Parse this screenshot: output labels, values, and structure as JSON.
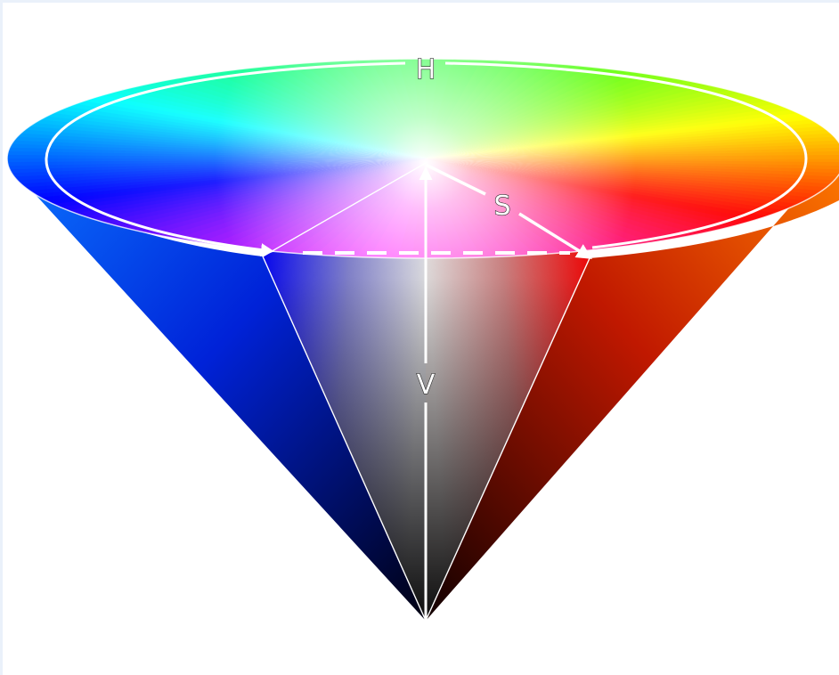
{
  "labels": {
    "hue": "H",
    "saturation": "S",
    "value": "V"
  },
  "colors": {
    "red": "#ff0000",
    "orange": "#ff8000",
    "yellow": "#ffff00",
    "green": "#00ff00",
    "cyan": "#00ffff",
    "blue": "#0000ff",
    "magenta": "#ff00ff",
    "white": "#ffffff",
    "black": "#000000",
    "background": "#ffffff"
  }
}
